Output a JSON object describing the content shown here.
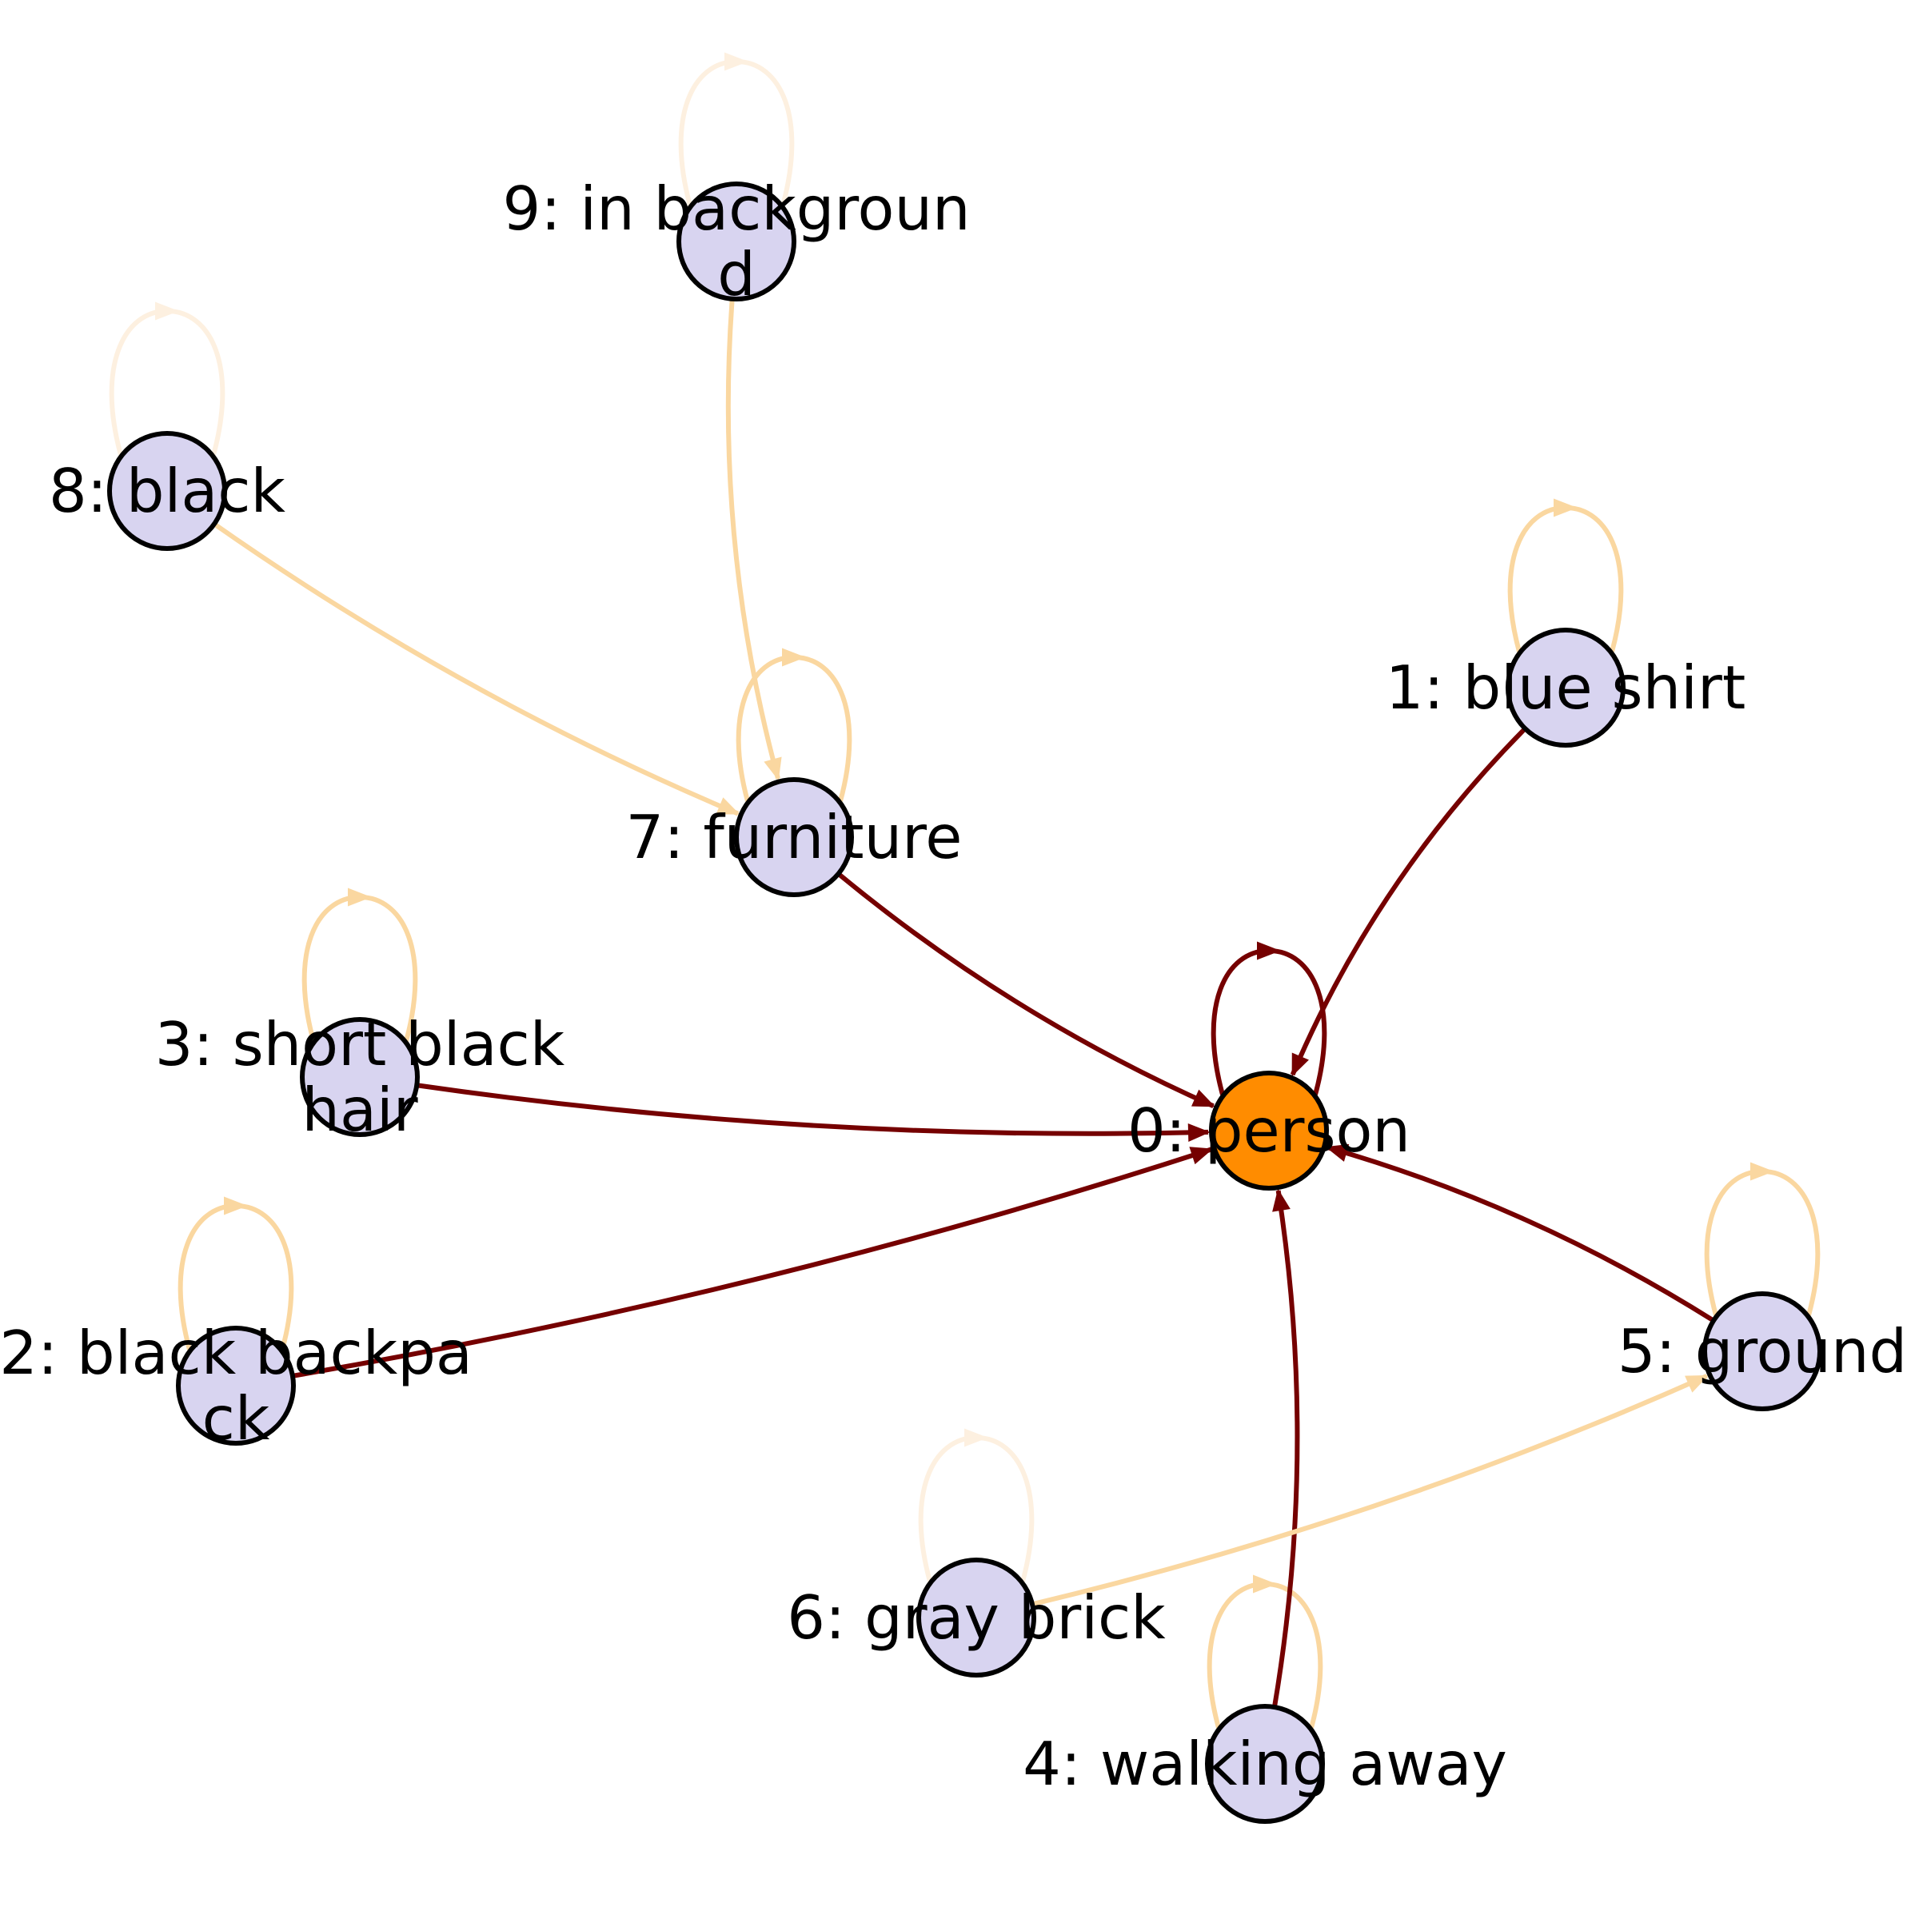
{
  "colors": {
    "strong_edge": "#750000",
    "weak_edge": "#fad7a0",
    "faint_edge": "#fdf0e0",
    "focus_node": "#ff8c00",
    "node": "#d8d4f0",
    "node_stroke": "#000000"
  },
  "nodes": [
    {
      "id": 0,
      "label_lines": [
        "0: person"
      ],
      "focus": true
    },
    {
      "id": 1,
      "label_lines": [
        "1: blue shirt"
      ]
    },
    {
      "id": 2,
      "label_lines": [
        "2: black backpa",
        "ck"
      ]
    },
    {
      "id": 3,
      "label_lines": [
        "3: short black",
        "hair"
      ]
    },
    {
      "id": 4,
      "label_lines": [
        "4: walking away"
      ]
    },
    {
      "id": 5,
      "label_lines": [
        "5: ground"
      ]
    },
    {
      "id": 6,
      "label_lines": [
        "6: gray brick"
      ]
    },
    {
      "id": 7,
      "label_lines": [
        "7: furniture"
      ]
    },
    {
      "id": 8,
      "label_lines": [
        "8: black"
      ]
    },
    {
      "id": 9,
      "label_lines": [
        "9: in backgroun",
        "d"
      ]
    }
  ],
  "edges": [
    {
      "from": 1,
      "to": 0,
      "strength": "strong"
    },
    {
      "from": 2,
      "to": 0,
      "strength": "strong"
    },
    {
      "from": 3,
      "to": 0,
      "strength": "strong"
    },
    {
      "from": 4,
      "to": 0,
      "strength": "strong"
    },
    {
      "from": 5,
      "to": 0,
      "strength": "strong"
    },
    {
      "from": 7,
      "to": 0,
      "strength": "strong"
    },
    {
      "from": 6,
      "to": 5,
      "strength": "weak"
    },
    {
      "from": 8,
      "to": 7,
      "strength": "weak"
    },
    {
      "from": 9,
      "to": 7,
      "strength": "weak"
    }
  ],
  "self_loops": [
    {
      "node": 0,
      "strength": "strong"
    },
    {
      "node": 1,
      "strength": "weak"
    },
    {
      "node": 2,
      "strength": "weak"
    },
    {
      "node": 3,
      "strength": "weak"
    },
    {
      "node": 4,
      "strength": "weak"
    },
    {
      "node": 5,
      "strength": "weak"
    },
    {
      "node": 6,
      "strength": "faint"
    },
    {
      "node": 7,
      "strength": "weak"
    },
    {
      "node": 8,
      "strength": "faint"
    },
    {
      "node": 9,
      "strength": "faint"
    }
  ]
}
